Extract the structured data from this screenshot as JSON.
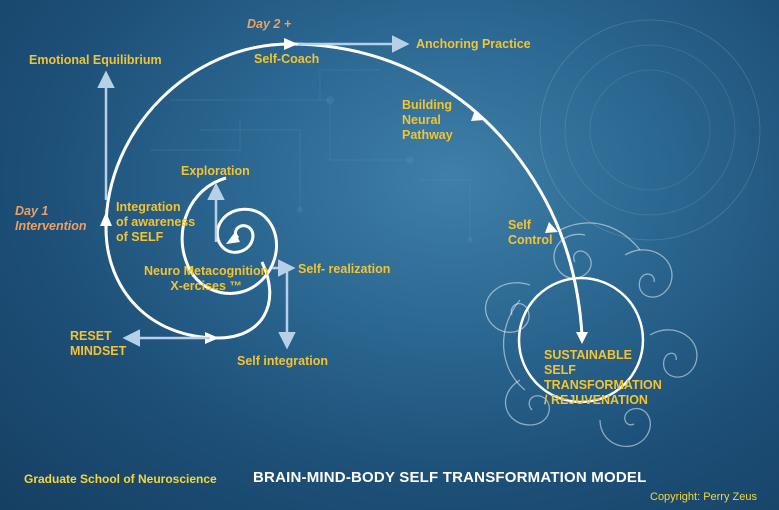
{
  "model": {
    "title": "BRAIN-MIND-BODY SELF TRANSFORMATION MODEL",
    "organization": "Graduate School of Neuroscience",
    "copyright": "Copyright: Perry Zeus"
  },
  "timeline": {
    "day1": "Day 1\nIntervention",
    "day2": "Day 2 +"
  },
  "nodes": {
    "core": "Neuro Metacognition\nX-ercises ™",
    "exploration": "Exploration",
    "self_realization": "Self- realization",
    "self_integration": "Self integration",
    "integration_awareness": "Integration\nof awareness\nof SELF",
    "reset_mindset": "RESET\nMINDSET",
    "emotional_equilibrium": "Emotional Equilibrium",
    "self_coach": "Self-Coach",
    "anchoring_practice": "Anchoring Practice",
    "building_neural_pathway": "Building\nNeural\nPathway",
    "self_control": "Self\nControl",
    "outcome": "SUSTAINABLE\nSELF\nTRANSFORMATION\n/ REJUVENATION"
  },
  "colors": {
    "label": "#f4c430",
    "day_label": "#f0a060",
    "spiral": "#ffffff",
    "branch_arrow": "#b8d0e6",
    "title": "#ffffff"
  }
}
